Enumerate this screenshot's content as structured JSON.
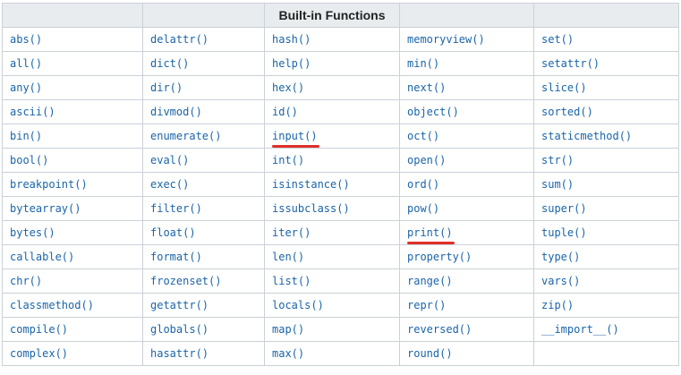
{
  "table": {
    "header": [
      "",
      "",
      "Built-in Functions",
      "",
      ""
    ],
    "columns": [
      [
        "abs()",
        "all()",
        "any()",
        "ascii()",
        "bin()",
        "bool()",
        "breakpoint()",
        "bytearray()",
        "bytes()",
        "callable()",
        "chr()",
        "classmethod()",
        "compile()",
        "complex()"
      ],
      [
        "delattr()",
        "dict()",
        "dir()",
        "divmod()",
        "enumerate()",
        "eval()",
        "exec()",
        "filter()",
        "float()",
        "format()",
        "frozenset()",
        "getattr()",
        "globals()",
        "hasattr()"
      ],
      [
        "hash()",
        "help()",
        "hex()",
        "id()",
        "input()",
        "int()",
        "isinstance()",
        "issubclass()",
        "iter()",
        "len()",
        "list()",
        "locals()",
        "map()",
        "max()"
      ],
      [
        "memoryview()",
        "min()",
        "next()",
        "object()",
        "oct()",
        "open()",
        "ord()",
        "pow()",
        "print()",
        "property()",
        "range()",
        "repr()",
        "reversed()",
        "round()"
      ],
      [
        "set()",
        "setattr()",
        "slice()",
        "sorted()",
        "staticmethod()",
        "str()",
        "sum()",
        "super()",
        "tuple()",
        "type()",
        "vars()",
        "zip()",
        "__import__()",
        ""
      ]
    ],
    "highlighted": [
      "input()",
      "print()"
    ],
    "colors": {
      "link": "#1a64a8",
      "header_bg": "#e9ecef",
      "border": "#c9d1d8",
      "underline": "#e0302a"
    }
  }
}
